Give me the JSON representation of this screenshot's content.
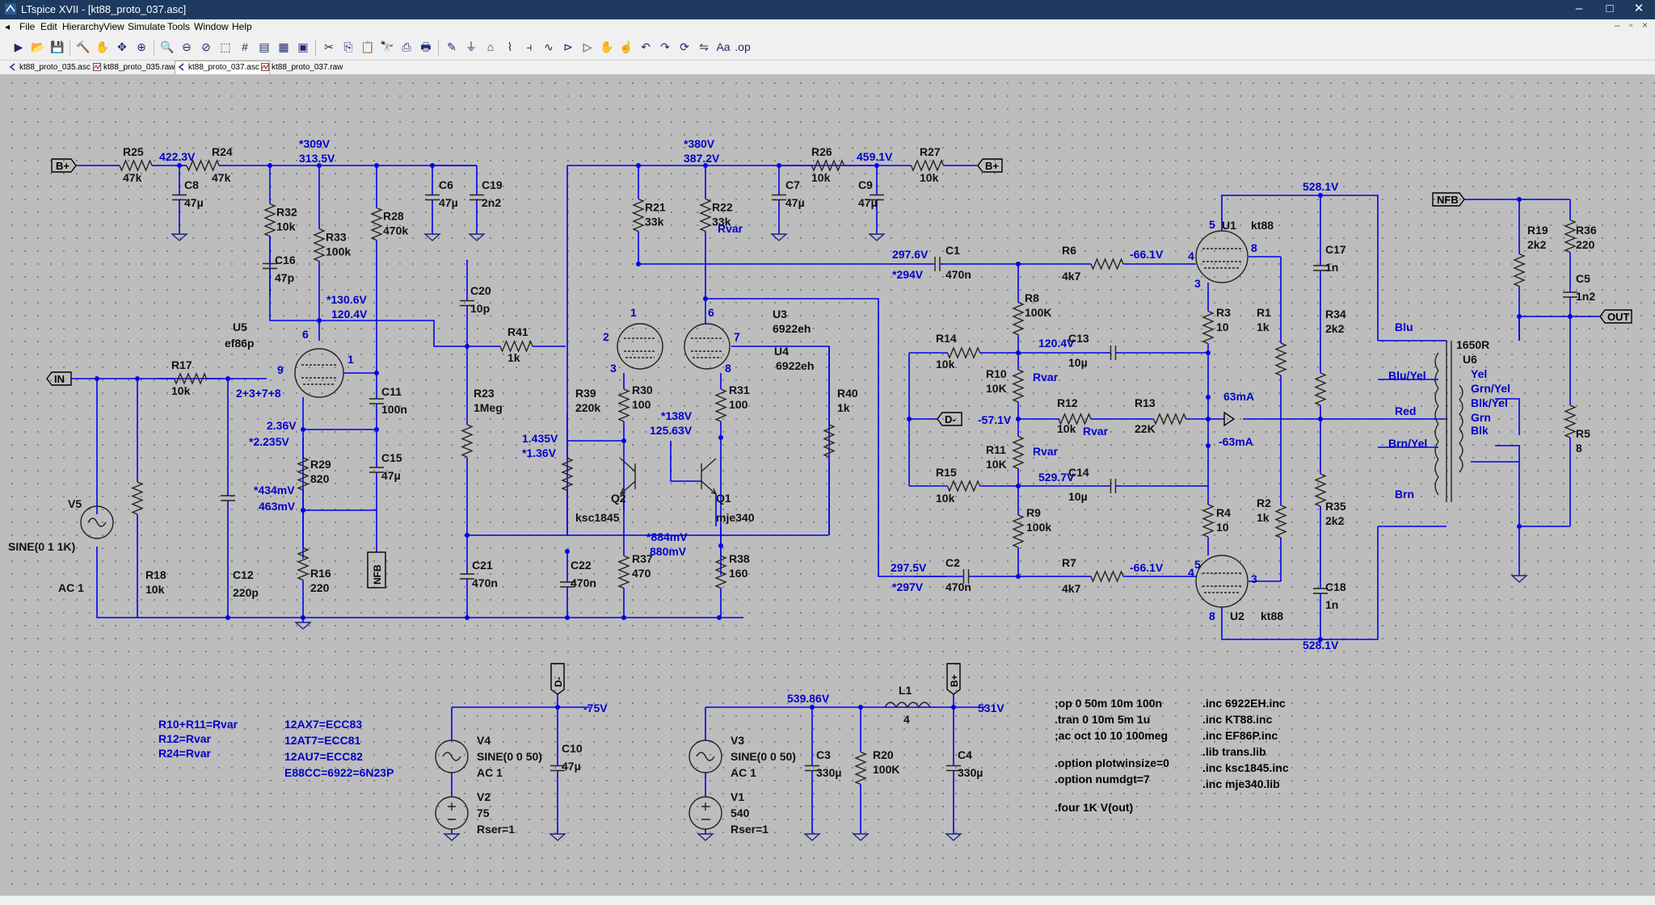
{
  "window": {
    "title": "LTspice XVII - [kt88_proto_037.asc]"
  },
  "menu": [
    "File",
    "Edit",
    "Hierarchy",
    "View",
    "Simulate",
    "Tools",
    "Window",
    "Help"
  ],
  "tabs": [
    {
      "label": "kt88_proto_035.asc",
      "kind": "schematic"
    },
    {
      "label": "kt88_proto_035.raw",
      "kind": "waveform"
    },
    {
      "label": "kt88_proto_037.asc",
      "kind": "schematic",
      "active": true
    },
    {
      "label": "kt88_proto_037.raw",
      "kind": "waveform"
    }
  ],
  "toolbar": [
    "run-icon",
    "open-icon",
    "save-icon",
    "control-panel-icon",
    "halt-icon",
    "pan-icon",
    "zoom-in-icon",
    "zoom-area-icon",
    "zoom-out-icon",
    "zoom-cancel-icon",
    "autorange-icon",
    "grid-icon",
    "tile-icon",
    "cascade-icon",
    "window-icon",
    "cut-icon",
    "copy-icon",
    "paste-icon",
    "find-icon",
    "print-icon",
    "print-setup-icon",
    "wire-icon",
    "ground-icon",
    "label-icon",
    "resistor-icon",
    "capacitor-icon",
    "inductor-icon",
    "diode-icon",
    "component-icon",
    "move-icon",
    "drag-icon",
    "undo-icon",
    "redo-icon",
    "rotate-icon",
    "mirror-icon",
    "text-icon",
    "spice-directive-icon"
  ],
  "colors": {
    "wire": "#0000ee",
    "label": "#0000cc",
    "component": "#222222",
    "value": "#111111",
    "ground": "#1a237e",
    "canvas": "#bdbdbd",
    "titlebar": "#1f3a5f"
  },
  "schematic": {
    "components": [
      {
        "ref": "R25",
        "value": "47k"
      },
      {
        "ref": "R24",
        "value": "47k"
      },
      {
        "ref": "C8",
        "value": "47µ"
      },
      {
        "ref": "R32",
        "value": "10k"
      },
      {
        "ref": "R33",
        "value": "100k"
      },
      {
        "ref": "R28",
        "value": "470k"
      },
      {
        "ref": "C6",
        "value": "47µ"
      },
      {
        "ref": "C19",
        "value": "2n2"
      },
      {
        "ref": "C16",
        "value": "47p"
      },
      {
        "ref": "C20",
        "value": "10p"
      },
      {
        "ref": "R41",
        "value": "1k"
      },
      {
        "ref": "R23",
        "value": "1Meg"
      },
      {
        "ref": "R39",
        "value": "220k"
      },
      {
        "ref": "R21",
        "value": "33k"
      },
      {
        "ref": "R22",
        "value": "33k"
      },
      {
        "ref": "C7",
        "value": "47µ"
      },
      {
        "ref": "R26",
        "value": "10k"
      },
      {
        "ref": "C9",
        "value": "47µ"
      },
      {
        "ref": "R27",
        "value": "10k"
      },
      {
        "ref": "R30",
        "value": "100"
      },
      {
        "ref": "R31",
        "value": "100"
      },
      {
        "ref": "R40",
        "value": "1k"
      },
      {
        "ref": "U5",
        "value": "ef86p"
      },
      {
        "ref": "U3",
        "value": "6922eh"
      },
      {
        "ref": "U4",
        "value": "6922eh"
      },
      {
        "ref": "R17",
        "value": "10k"
      },
      {
        "ref": "C11",
        "value": "100n"
      },
      {
        "ref": "C15",
        "value": "47µ"
      },
      {
        "ref": "R29",
        "value": "820"
      },
      {
        "ref": "R16",
        "value": "220"
      },
      {
        "ref": "R18",
        "value": "10k"
      },
      {
        "ref": "C12",
        "value": "220p"
      },
      {
        "ref": "C21",
        "value": "470n"
      },
      {
        "ref": "C22",
        "value": "470n"
      },
      {
        "ref": "R37",
        "value": "470"
      },
      {
        "ref": "R38",
        "value": "160"
      },
      {
        "ref": "Q2",
        "value": "ksc1845"
      },
      {
        "ref": "Q1",
        "value": "mje340"
      },
      {
        "ref": "C1",
        "value": "470n"
      },
      {
        "ref": "C2",
        "value": "470n"
      },
      {
        "ref": "R8",
        "value": "100K"
      },
      {
        "ref": "R14",
        "value": "10k"
      },
      {
        "ref": "R10",
        "value": "10K"
      },
      {
        "ref": "R11",
        "value": "10K"
      },
      {
        "ref": "R15",
        "value": "10k"
      },
      {
        "ref": "R9",
        "value": "100k"
      },
      {
        "ref": "R12",
        "value": "10k"
      },
      {
        "ref": "R13",
        "value": "22K"
      },
      {
        "ref": "C13",
        "value": "10µ"
      },
      {
        "ref": "C14",
        "value": "10µ"
      },
      {
        "ref": "R6",
        "value": "4k7"
      },
      {
        "ref": "R7",
        "value": "4k7"
      },
      {
        "ref": "R3",
        "value": "10"
      },
      {
        "ref": "R4",
        "value": "10"
      },
      {
        "ref": "R1",
        "value": "1k"
      },
      {
        "ref": "R2",
        "value": "1k"
      },
      {
        "ref": "C17",
        "value": "1n"
      },
      {
        "ref": "C18",
        "value": "1n"
      },
      {
        "ref": "R34",
        "value": "2k2"
      },
      {
        "ref": "R35",
        "value": "2k2"
      },
      {
        "ref": "U1",
        "value": "kt88"
      },
      {
        "ref": "U2",
        "value": "kt88"
      },
      {
        "ref": "U6",
        "value": "1650R"
      },
      {
        "ref": "R19",
        "value": "2k2"
      },
      {
        "ref": "R36",
        "value": "220"
      },
      {
        "ref": "C5",
        "value": "1n2"
      },
      {
        "ref": "R5",
        "value": "8"
      },
      {
        "ref": "V5",
        "value": "SINE(0 1 1K)"
      },
      {
        "ref": "V4",
        "value": "SINE(0 0 50)"
      },
      {
        "ref": "V2",
        "value": "75"
      },
      {
        "ref": "C10",
        "value": "47µ"
      },
      {
        "ref": "V3",
        "value": "SINE(0 0 50)"
      },
      {
        "ref": "V1",
        "value": "540"
      },
      {
        "ref": "C3",
        "value": "330µ"
      },
      {
        "ref": "R20",
        "value": "100K"
      },
      {
        "ref": "L1",
        "value": "4"
      },
      {
        "ref": "C4",
        "value": "330µ"
      }
    ],
    "net_labels": {
      "b_plus": "B+",
      "d_minus": "D-",
      "nfb": "NFB",
      "in": "IN",
      "out": "OUT"
    },
    "voltage_labels": [
      "422.3V",
      "*309V",
      "313.5V",
      "*380V",
      "387.2V",
      "459.1V",
      "*130.6V",
      "120.4V",
      "2.36V",
      "*2.235V",
      "*434mV",
      "463mV",
      "*138V",
      "125.63V",
      "1.435V",
      "*1.36V",
      "*884mV",
      "880mV",
      "297.6V",
      "*294V",
      "297.5V",
      "*297V",
      "120.4V",
      "-57.1V",
      "529.7V",
      "-66.1V",
      "-66.1V",
      "528.1V",
      "528.1V",
      "63mA",
      "-63mA",
      "539.86V",
      "531V",
      "-75V"
    ],
    "pin_numbers": [
      "6",
      "9",
      "1",
      "1",
      "2",
      "3",
      "6",
      "7",
      "8",
      "3",
      "8",
      "5",
      "4",
      "8",
      "5",
      "4",
      "3"
    ],
    "misc_text": [
      "2+3+7+8",
      "Rvar",
      "Rvar",
      "Rvar",
      "Rvar",
      "AC 1",
      "AC 1",
      "AC 1",
      "Rser=1",
      "Rser=1"
    ],
    "transformer_wires": [
      "Blu",
      "Blu/Yel",
      "Red",
      "Brn/Yel",
      "Brn",
      "Yel",
      "Grn/Yel",
      "Blk/Yel",
      "Grn",
      "Blk"
    ],
    "notes": {
      "params": [
        "R10+R11=Rvar",
        "R12=Rvar",
        "R24=Rvar"
      ],
      "tubes": [
        "12AX7=ECC83",
        "12AT7=ECC81",
        "12AU7=ECC82",
        "E88CC=6922=6N23P"
      ]
    },
    "directives": {
      "analysis": [
        ";op 0 50m 10m 100n",
        ".tran 0 10m 5m 1u",
        ";ac oct 10 10 100meg"
      ],
      "options": [
        ".option plotwinsize=0",
        ".option numdgt=7"
      ],
      "four": ".four 1K V(out)",
      "includes": [
        ".inc 6922EH.inc",
        ".inc KT88.inc",
        ".inc EF86P.inc",
        ".lib trans.lib",
        ".inc ksc1845.inc",
        ".inc mje340.lib"
      ]
    }
  }
}
